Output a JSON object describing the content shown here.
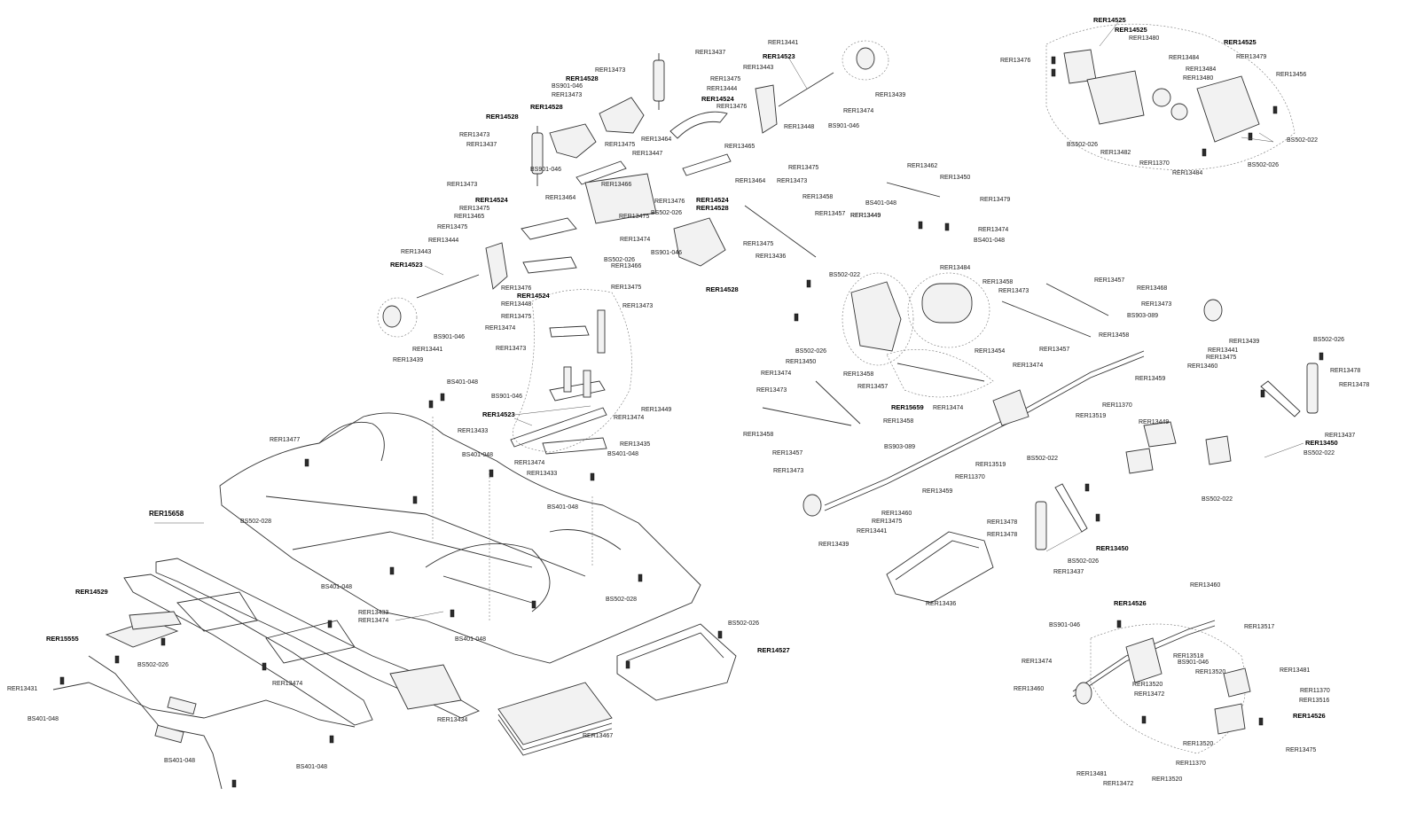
{
  "labels": {
    "l001": "RER13441",
    "l002": "RER14523",
    "l003": "RER13443",
    "l004": "RER13437",
    "l005": "RER13473",
    "l006": "RER14528",
    "l007": "BS901-046",
    "l008": "RER13473",
    "l009": "RER14528",
    "l010": "RER14528",
    "l011": "RER13473",
    "l012": "RER13437",
    "l013": "RER13475",
    "l014": "RER13444",
    "l015": "RER14524",
    "l016": "RER13476",
    "l017": "RER13439",
    "l018": "RER13474",
    "l019": "RER13448",
    "l020": "BS901-046",
    "l021": "RER13464",
    "l022": "RER13465",
    "l023": "RER13475",
    "l024": "RER13447",
    "l025": "BS901-046",
    "l026": "RER13464",
    "l027": "RER13473",
    "l028": "RER13475",
    "l029": "RER13473",
    "l030": "RER13466",
    "l031": "RER14524",
    "l032": "RER13475",
    "l033": "RER13465",
    "l034": "RER13464",
    "l035": "RER13476",
    "l036": "RER14524",
    "l037": "RER14528",
    "l038": "BS502-026",
    "l039": "RER13475",
    "l040": "RER13444",
    "l041": "RER13443",
    "l042": "RER14523",
    "l043": "RER13474",
    "l044": "RER13475",
    "l045": "BS502-026",
    "l046": "RER13466",
    "l047": "BS901-046",
    "l048": "RER13476",
    "l049": "RER14524",
    "l050": "RER13448",
    "l051": "RER13475",
    "l052": "RER13474",
    "l053": "BS901-046",
    "l054": "RER13441",
    "l055": "RER13439",
    "l056": "RER13475",
    "l057": "RER13473",
    "l058": "RER13473",
    "l059": "RER13458",
    "l060": "RER13457",
    "l061": "RER13449",
    "l062": "RER13475",
    "l063": "RER13436",
    "l064": "RER14528",
    "l065": "BS502-022",
    "l066": "BS502-026",
    "l067": "RER13450",
    "l068": "BS401-048",
    "l069": "RER13433",
    "l070": "BS901-046",
    "l071": "RER14523",
    "l072": "RER13474",
    "l073": "RER13449",
    "l074": "RER13477",
    "l075": "RER13435",
    "l076": "BS401-048",
    "l077": "RER13474",
    "l078": "BS401-048",
    "l079": "RER13433",
    "l080": "BS401-048",
    "l081": "RER15658",
    "l082": "BS502-028",
    "l083": "RER14529",
    "l084": "BS401-048",
    "l085": "RER13433",
    "l086": "RER13474",
    "l087": "BS502-028",
    "l088": "BS401-048",
    "l089": "RER15555",
    "l090": "BS502-026",
    "l091": "RER13474",
    "l092": "RER13431",
    "l093": "BS401-048",
    "l094": "BS401-048",
    "l095": "BS401-048",
    "l096": "RER13434",
    "l097": "RER13467",
    "l098": "BS502-026",
    "l099": "RER14527",
    "l100": "RER13462",
    "l101": "RER13450",
    "l102": "BS401-048",
    "l103": "RER13449",
    "l104": "RER13479",
    "l105": "RER13474",
    "l106": "BS401-048",
    "l107": "RER13484",
    "l108": "RER13458",
    "l109": "RER13473",
    "l110": "RER13454",
    "l111": "RER13457",
    "l112": "RER13468",
    "l113": "RER13473",
    "l114": "BS903-089",
    "l115": "RER13458",
    "l116": "RER13457",
    "l117": "RER13439",
    "l118": "RER13441",
    "l119": "RER13475",
    "l120": "RER13460",
    "l121": "BS502-026",
    "l122": "RER13478",
    "l123": "RER13478",
    "l124": "RER13474",
    "l125": "RER13458",
    "l126": "RER13473",
    "l127": "RER13457",
    "l128": "RER13474",
    "l129": "RER15659",
    "l130": "RER13474",
    "l131": "RER13458",
    "l132": "RER13459",
    "l133": "RER11370",
    "l134": "RER13519",
    "l135": "RER13449",
    "l136": "RER13437",
    "l137": "RER13450",
    "l138": "BS502-022",
    "l139": "RER13458",
    "l140": "RER13457",
    "l141": "BS903-089",
    "l142": "RER13473",
    "l143": "RER13519",
    "l144": "RER11370",
    "l145": "RER13459",
    "l146": "BS502-022",
    "l147": "BS502-022",
    "l148": "RER13460",
    "l149": "RER13475",
    "l150": "RER13441",
    "l151": "RER13439",
    "l152": "RER13478",
    "l153": "RER13478",
    "l154": "RER13450",
    "l155": "BS502-026",
    "l156": "RER13437",
    "l157": "RER13436",
    "l158": "RER14525",
    "l159": "RER14525",
    "l160": "RER13480",
    "l161": "RER14525",
    "l162": "RER13476",
    "l163": "RER13484",
    "l164": "RER13479",
    "l165": "RER13484",
    "l166": "RER13480",
    "l167": "RER13456",
    "l168": "BS502-026",
    "l169": "RER13482",
    "l170": "RER11370",
    "l171": "RER13484",
    "l172": "BS502-022",
    "l173": "BS502-026",
    "l174": "RER13460",
    "l175": "RER14526",
    "l176": "BS901-046",
    "l177": "RER13517",
    "l178": "RER13474",
    "l179": "RER13518",
    "l180": "BS901-046",
    "l181": "RER13520",
    "l182": "RER13481",
    "l183": "RER13460",
    "l184": "RER13520",
    "l185": "RER11370",
    "l186": "RER13472",
    "l187": "RER13516",
    "l188": "RER14526",
    "l189": "RER13520",
    "l190": "RER13475",
    "l191": "RER11370",
    "l192": "RER13481",
    "l193": "RER13472",
    "l194": "RER13520"
  }
}
